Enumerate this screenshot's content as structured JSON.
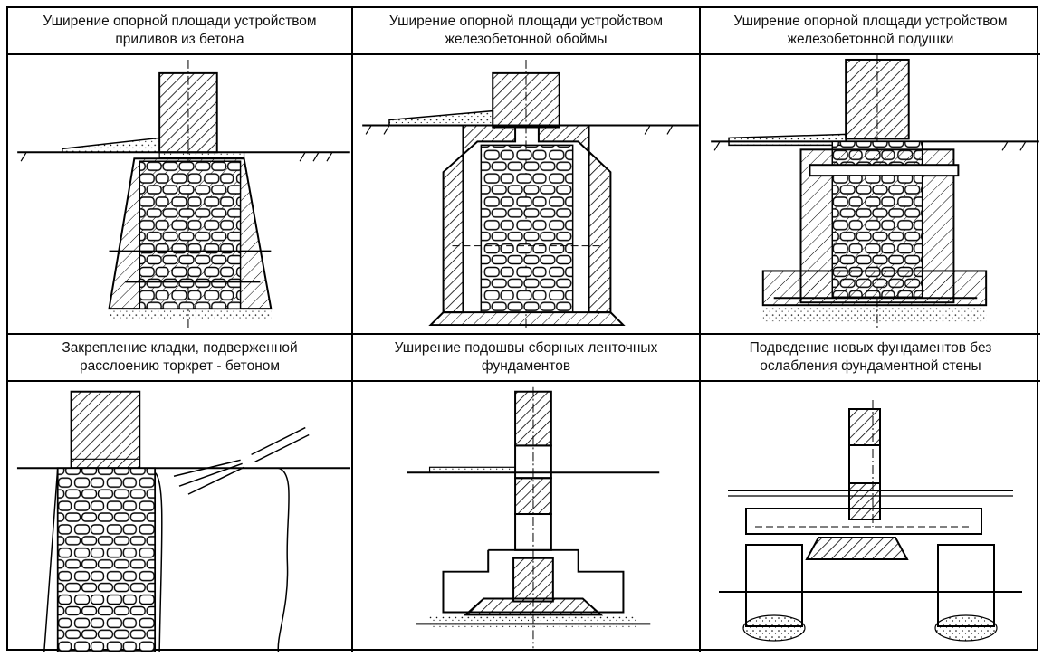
{
  "panels": [
    {
      "caption_line1": "Уширение опорной площади устройством",
      "caption_line2": "приливов из бетона"
    },
    {
      "caption_line1": "Уширение опорной площади устройством",
      "caption_line2": "железобетонной обоймы"
    },
    {
      "caption_line1": "Уширение опорной площади устройством",
      "caption_line2": "железобетонной подушки"
    },
    {
      "caption_line1": "Закрепление кладки, подверженной",
      "caption_line2": "расслоению торкрет - бетоном"
    },
    {
      "caption_line1": "Уширение подошвы сборных ленточных",
      "caption_line2": "фундаментов"
    },
    {
      "caption_line1": "Подведение новых фундаментов без",
      "caption_line2": "ослабления фундаментной стены"
    }
  ]
}
